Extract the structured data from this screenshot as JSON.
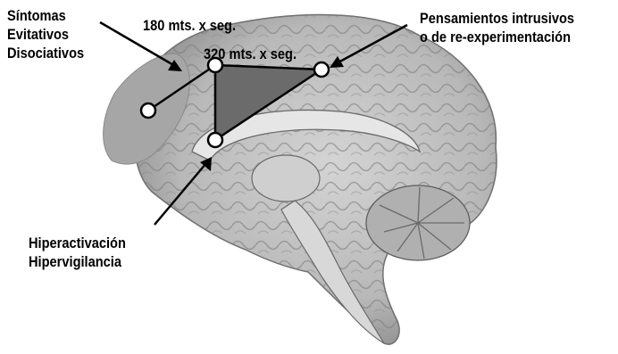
{
  "labels": {
    "symptoms": [
      "Síntomas",
      "Evitativos",
      "Disociativos"
    ],
    "speed_top": "180 mts. x seg.",
    "speed_mid": "320 mts. x seg.",
    "intrusive": [
      "Pensamientos intrusivos",
      "o de re-experimentación"
    ],
    "hyper": [
      "Hiperactivación",
      "Hipervigilancia"
    ]
  },
  "colors": {
    "frontal_region": "#a6a6a6",
    "triangle_fill": "#6b6b6b",
    "node_fill": "#ffffff",
    "line": "#000000",
    "brain_gray": "#bdbdbd"
  }
}
